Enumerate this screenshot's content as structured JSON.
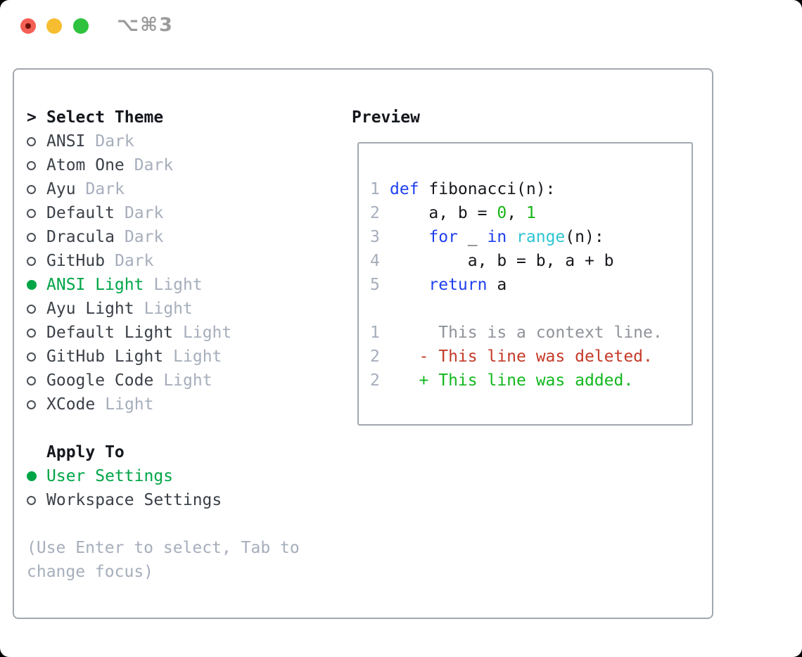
{
  "window": {
    "title": "⌥⌘3"
  },
  "theme_panel": {
    "header": {
      "marker": ">",
      "label": "Select Theme"
    },
    "themes": [
      {
        "name": "ANSI",
        "variant": "Dark",
        "selected": false
      },
      {
        "name": "Atom One",
        "variant": "Dark",
        "selected": false
      },
      {
        "name": "Ayu",
        "variant": "Dark",
        "selected": false
      },
      {
        "name": "Default",
        "variant": "Dark",
        "selected": false
      },
      {
        "name": "Dracula",
        "variant": "Dark",
        "selected": false
      },
      {
        "name": "GitHub",
        "variant": "Dark",
        "selected": false
      },
      {
        "name": "ANSI Light",
        "variant": "Light",
        "selected": true
      },
      {
        "name": "Ayu Light",
        "variant": "Light",
        "selected": false
      },
      {
        "name": "Default Light",
        "variant": "Light",
        "selected": false
      },
      {
        "name": "GitHub Light",
        "variant": "Light",
        "selected": false
      },
      {
        "name": "Google Code",
        "variant": "Light",
        "selected": false
      },
      {
        "name": "XCode",
        "variant": "Light",
        "selected": false
      }
    ],
    "apply_to": {
      "label": "Apply To",
      "options": [
        {
          "name": "User Settings",
          "selected": true
        },
        {
          "name": "Workspace Settings",
          "selected": false
        }
      ]
    },
    "help_lines": [
      "(Use Enter to select, Tab to",
      "change focus)"
    ]
  },
  "preview": {
    "label": "Preview",
    "code_lines": [
      {
        "num": "1",
        "tokens": [
          {
            "t": "def",
            "c": "keyword"
          },
          {
            "t": " fibonacci(n):",
            "c": "plain"
          }
        ]
      },
      {
        "num": "2",
        "tokens": [
          {
            "t": "    a, b = ",
            "c": "plain"
          },
          {
            "t": "0",
            "c": "number"
          },
          {
            "t": ", ",
            "c": "plain"
          },
          {
            "t": "1",
            "c": "number"
          }
        ]
      },
      {
        "num": "3",
        "tokens": [
          {
            "t": "    ",
            "c": "plain"
          },
          {
            "t": "for",
            "c": "keyword"
          },
          {
            "t": " _ ",
            "c": "plain"
          },
          {
            "t": "in",
            "c": "keyword"
          },
          {
            "t": " ",
            "c": "plain"
          },
          {
            "t": "range",
            "c": "builtin"
          },
          {
            "t": "(n):",
            "c": "plain"
          }
        ]
      },
      {
        "num": "4",
        "tokens": [
          {
            "t": "        a, b = b, a + b",
            "c": "plain"
          }
        ]
      },
      {
        "num": "5",
        "tokens": [
          {
            "t": "    ",
            "c": "plain"
          },
          {
            "t": "return",
            "c": "keyword"
          },
          {
            "t": " a",
            "c": "plain"
          }
        ]
      }
    ],
    "diff_lines": [
      {
        "num": "1",
        "marker": "",
        "text": "This is a context line.",
        "kind": "context"
      },
      {
        "num": "2",
        "marker": "-",
        "text": "This line was deleted.",
        "kind": "deleted"
      },
      {
        "num": "2",
        "marker": "+",
        "text": "This line was added.",
        "kind": "added"
      }
    ]
  },
  "colors": {
    "accent_green": "#00a546",
    "keyword_blue": "#1e3ff0",
    "builtin_cyan": "#2cc5d2",
    "number_green": "#16b616",
    "deleted_red": "#c43a28",
    "added_green": "#13b81e",
    "linenum_gray": "#a6aebb",
    "context_gray": "#8f9399",
    "muted_gray": "#a6aebb",
    "text_dark": "#3b4048",
    "code_plain": "#16181c",
    "heading_black": "#14171c",
    "border_gray": "#a2a8b0",
    "titlebar_gray": "#9b9b9b",
    "traffic_red": "#f45f55",
    "traffic_yellow": "#f6bd31",
    "traffic_green": "#2ec23e"
  }
}
